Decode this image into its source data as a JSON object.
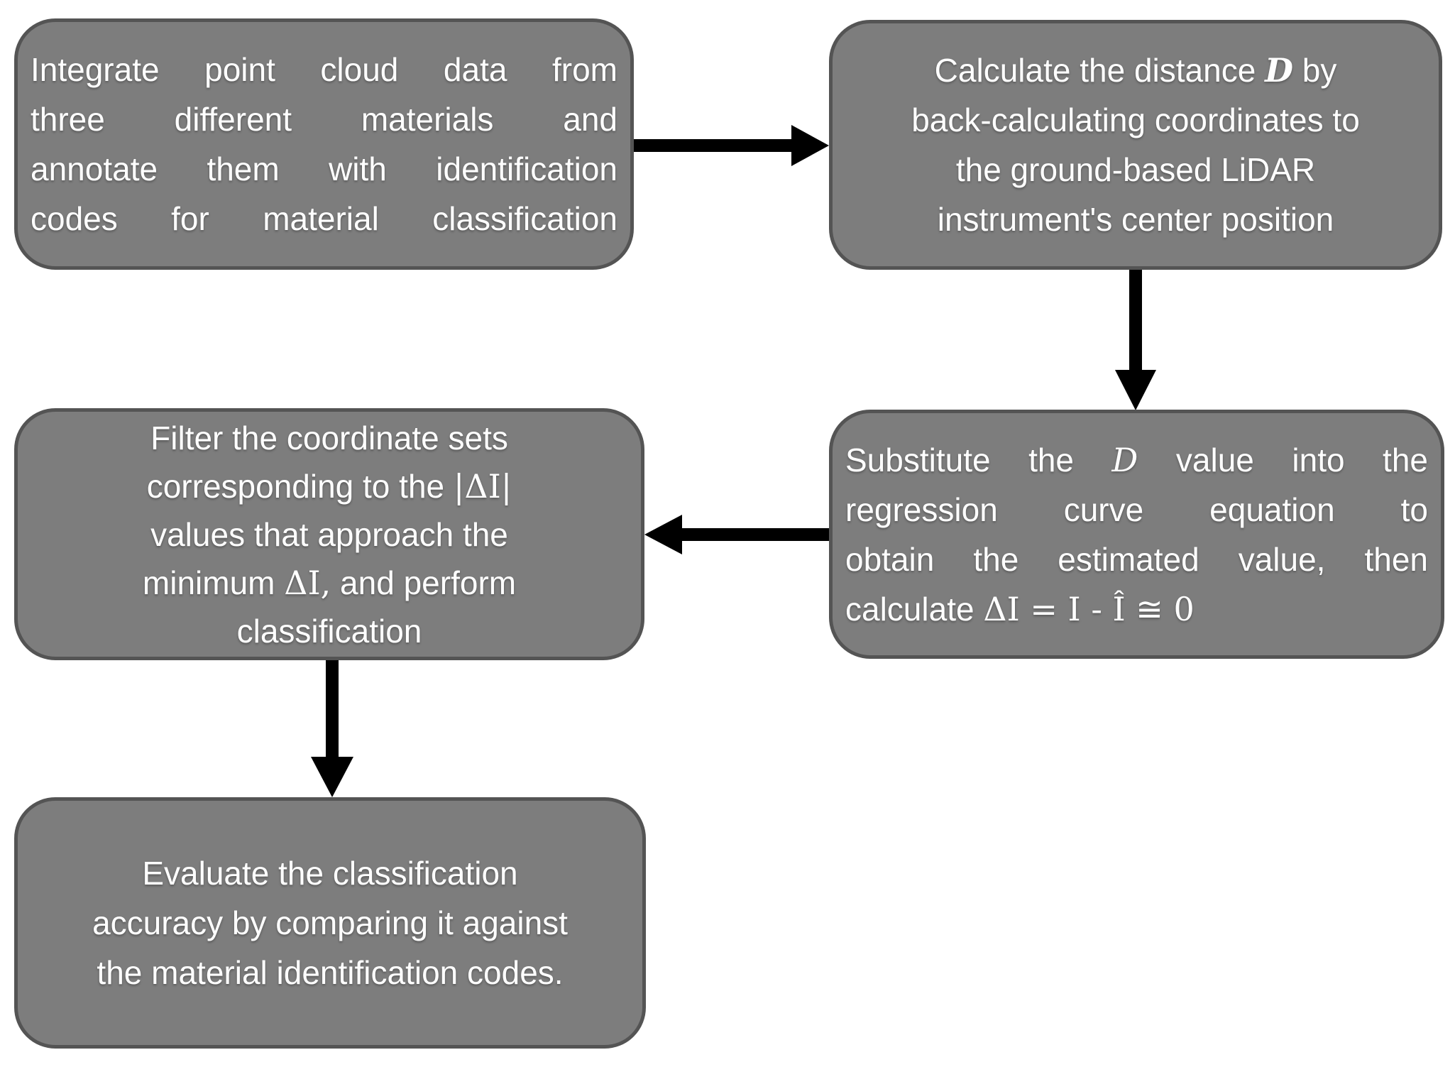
{
  "colors": {
    "background": "#ffffff",
    "box_fill": "#7d7d7d",
    "box_border": "#545454",
    "text": "#ffffff",
    "arrow": "#000000"
  },
  "flowchart": {
    "steps": {
      "integrate": {
        "lines": [
          [
            "Integrate point cloud data from"
          ],
          [
            "three different materials and"
          ],
          [
            "annotate them with identification"
          ],
          [
            "codes for material classification"
          ]
        ]
      },
      "distance": {
        "lines": [
          [
            "Calculate the distance ",
            "D",
            " by"
          ],
          [
            "back-calculating coordinates to"
          ],
          [
            "the ground-based LiDAR"
          ],
          [
            "instrument's center position"
          ]
        ]
      },
      "substitute": {
        "lines": [
          [
            "Substitute the ",
            "D",
            " value into the"
          ],
          [
            "regression curve equation to"
          ],
          [
            "obtain the estimated value, then"
          ],
          [
            "calculate ",
            "ΔI = I - Î ≅ 0"
          ]
        ]
      },
      "filter": {
        "lines": [
          [
            "Filter the coordinate sets"
          ],
          [
            "corresponding to the ",
            "|ΔI|"
          ],
          [
            "values that approach the"
          ],
          [
            "minimum ",
            "ΔI,",
            " and perform"
          ],
          [
            "classification"
          ]
        ]
      },
      "evaluate": {
        "lines": [
          [
            "Evaluate the classification"
          ],
          [
            "accuracy by comparing it against"
          ],
          [
            "the material identification codes."
          ]
        ]
      }
    },
    "arrows": [
      {
        "from": "integrate",
        "to": "distance",
        "direction": "right"
      },
      {
        "from": "distance",
        "to": "substitute",
        "direction": "down"
      },
      {
        "from": "substitute",
        "to": "filter",
        "direction": "left"
      },
      {
        "from": "filter",
        "to": "evaluate",
        "direction": "down"
      }
    ]
  }
}
